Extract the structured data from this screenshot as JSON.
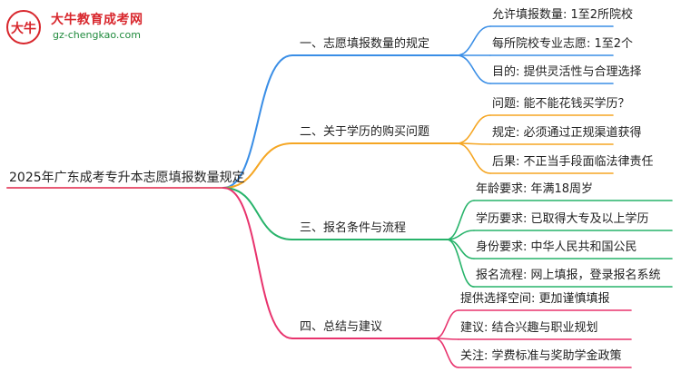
{
  "logo": {
    "title": "大牛教育成考网",
    "url": "gz-chengkao.com",
    "badge_text": "大牛",
    "colors": {
      "title": "#d8262c",
      "url": "#1f8a3c"
    }
  },
  "root": "2025年广东成考专升本志愿填报数量规定",
  "branches": [
    {
      "label": "一、志愿填报数量的规定",
      "color": "#3a8ee6",
      "leaves": [
        "允许填报数量: 1至2所院校",
        "每所院校专业志愿: 1至2个",
        "目的: 提供灵活性与合理选择"
      ]
    },
    {
      "label": "二、关于学历的购买问题",
      "color": "#f5a623",
      "leaves": [
        "问题: 能不能花钱买学历？",
        "规定: 必须通过正规渠道获得",
        "后果: 不正当手段面临法律责任"
      ]
    },
    {
      "label": "三、报名条件与流程",
      "color": "#27b36a",
      "leaves": [
        "年龄要求: 年满18周岁",
        "学历要求: 已取得大专及以上学历",
        "身份要求: 中华人民共和国公民",
        "报名流程: 网上填报，登录报名系统"
      ]
    },
    {
      "label": "四、总结与建议",
      "color": "#e8336d",
      "leaves": [
        "提供选择空间: 更加谨慎填报",
        "建议: 结合兴趣与职业规划",
        "关注: 学费标准与奖助学金政策"
      ]
    }
  ]
}
